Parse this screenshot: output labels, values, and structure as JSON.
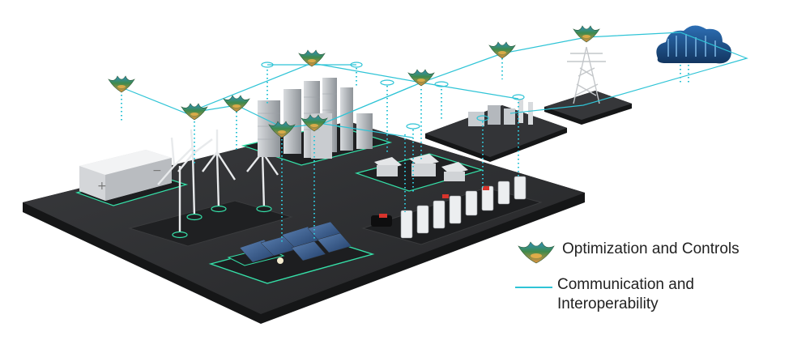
{
  "legend": {
    "optimization_label": "Optimization and Controls",
    "communication_label_line1": "Communication and",
    "communication_label_line2": "Interoperability",
    "optimization_icon": "optimization-node-icon",
    "communication_icon": "communication-line-icon"
  },
  "colors": {
    "board": "#2d2e30",
    "board_edge": "#151617",
    "link": "#2fc4d6",
    "pad_glow": "#35e0a8",
    "node_green": "#3f7d4a",
    "node_orange": "#d98a3c",
    "node_blue": "#2e7fb3",
    "cloud": "#1e4f8c",
    "building": "#b9bdc2",
    "battery": "#e9eaec"
  }
}
